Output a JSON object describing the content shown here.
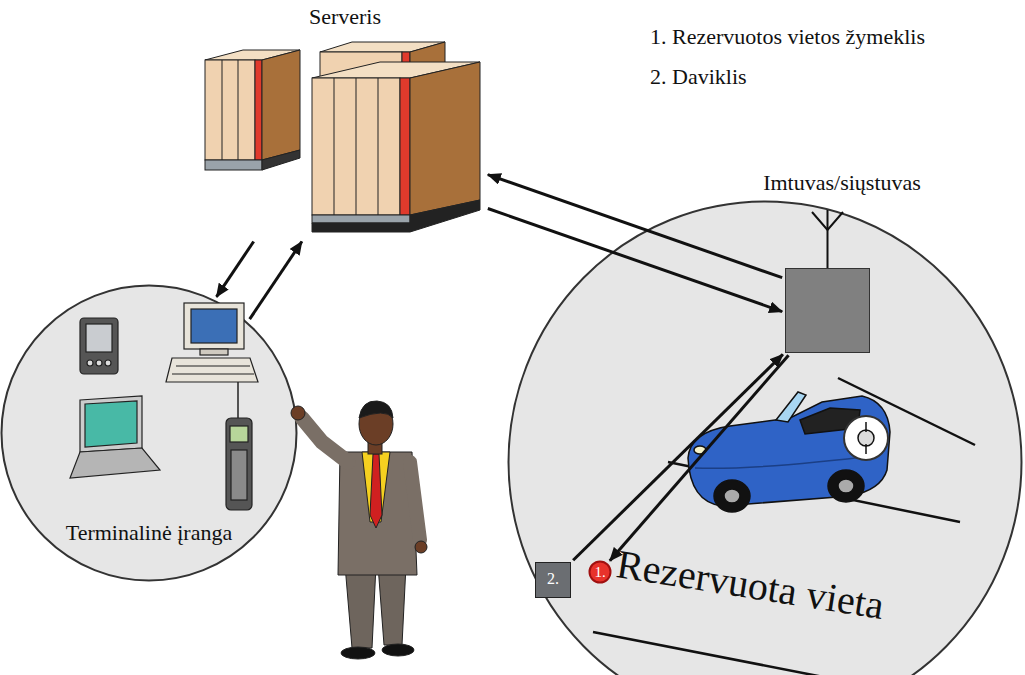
{
  "diagram": {
    "nodes": [
      {
        "text": [
          "Serveris"
        ]
      },
      {
        "text": [
          "Terminalinė įranga"
        ]
      },
      {
        "text": [
          "Rezervuota vieta"
        ]
      },
      {
        "text": [
          "Imtuvas/siųstuvas"
        ],
        "in": 2
      },
      {
        "text": [
          "2."
        ],
        "in": 2
      },
      {
        "text": [
          "1."
        ],
        "in": 2
      }
    ],
    "edges": [
      {
        "from": 0,
        "to": 1,
        "arrow": "to"
      },
      {
        "from": 1,
        "to": 0,
        "arrow": "to"
      },
      {
        "from": 0,
        "to": 3,
        "arrow": "to"
      },
      {
        "from": 3,
        "to": 0,
        "arrow": "to"
      },
      {
        "from": 3,
        "to": 5,
        "arrow": "to"
      },
      {
        "from": 4,
        "to": 3,
        "arrow": "to"
      }
    ],
    "labels": [
      "1. Rezervuotos vietos žymeklis",
      "2. Daviklis"
    ]
  }
}
